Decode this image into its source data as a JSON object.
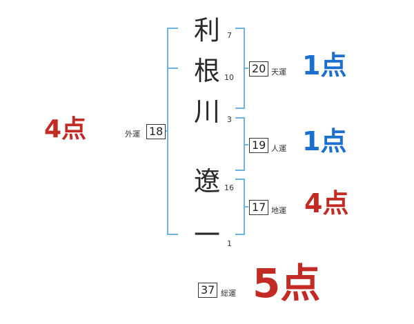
{
  "name_chars": [
    {
      "char": "利",
      "strokes": "7"
    },
    {
      "char": "根",
      "strokes": "10"
    },
    {
      "char": "川",
      "strokes": "3"
    },
    {
      "char": "遼",
      "strokes": "16"
    },
    {
      "char": "一",
      "strokes": "1"
    }
  ],
  "fortunes": {
    "tenun": {
      "value": "20",
      "label": "天運",
      "score": "1点"
    },
    "jinun": {
      "value": "19",
      "label": "人運",
      "score": "1点"
    },
    "chiun": {
      "value": "17",
      "label": "地運",
      "score": "4点"
    },
    "gaiun": {
      "value": "18",
      "label": "外運",
      "score": "4点"
    },
    "souun": {
      "value": "37",
      "label": "総運",
      "score": "5点"
    }
  },
  "colors": {
    "bracket": "#6bb3e0",
    "good": "#1a6fd1",
    "bad": "#c42a24"
  }
}
